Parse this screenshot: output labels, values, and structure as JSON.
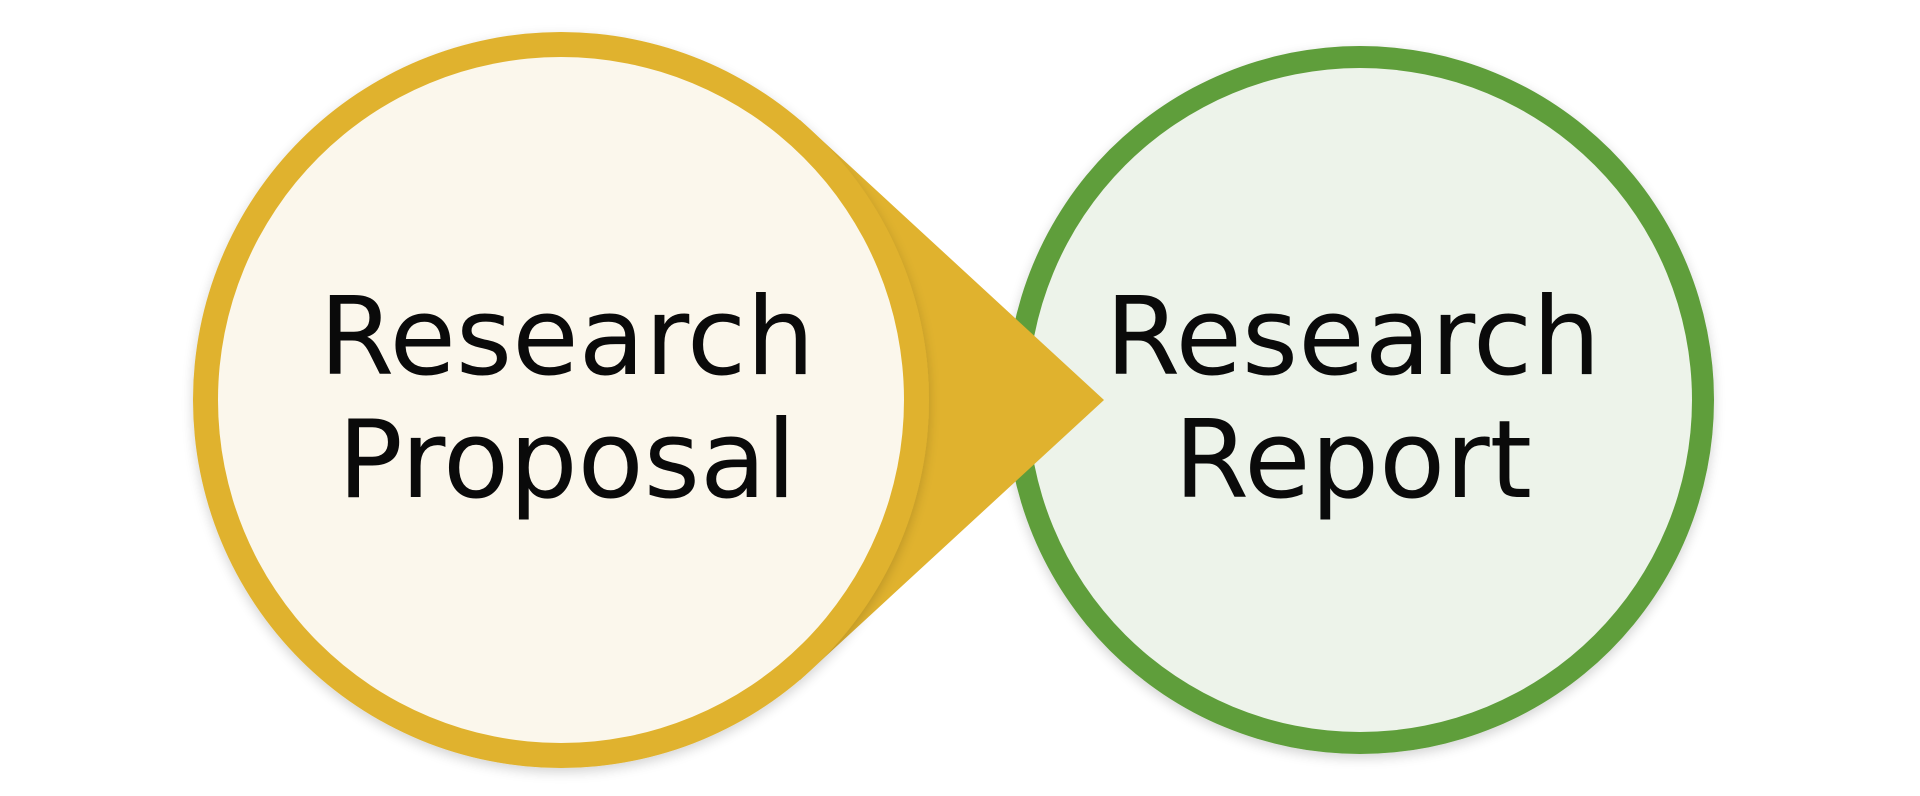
{
  "nodes": [
    {
      "id": "proposal",
      "line1": "Research",
      "line2": "Proposal",
      "ring_color": "#E0B22E",
      "fill_color": "#FBF7EC"
    },
    {
      "id": "report",
      "line1": "Research",
      "line2": "Report",
      "ring_color": "#5E9E3A",
      "fill_color": "#EDF3EA"
    }
  ],
  "connector": {
    "from": "proposal",
    "to": "report",
    "color": "#E0B22E"
  }
}
